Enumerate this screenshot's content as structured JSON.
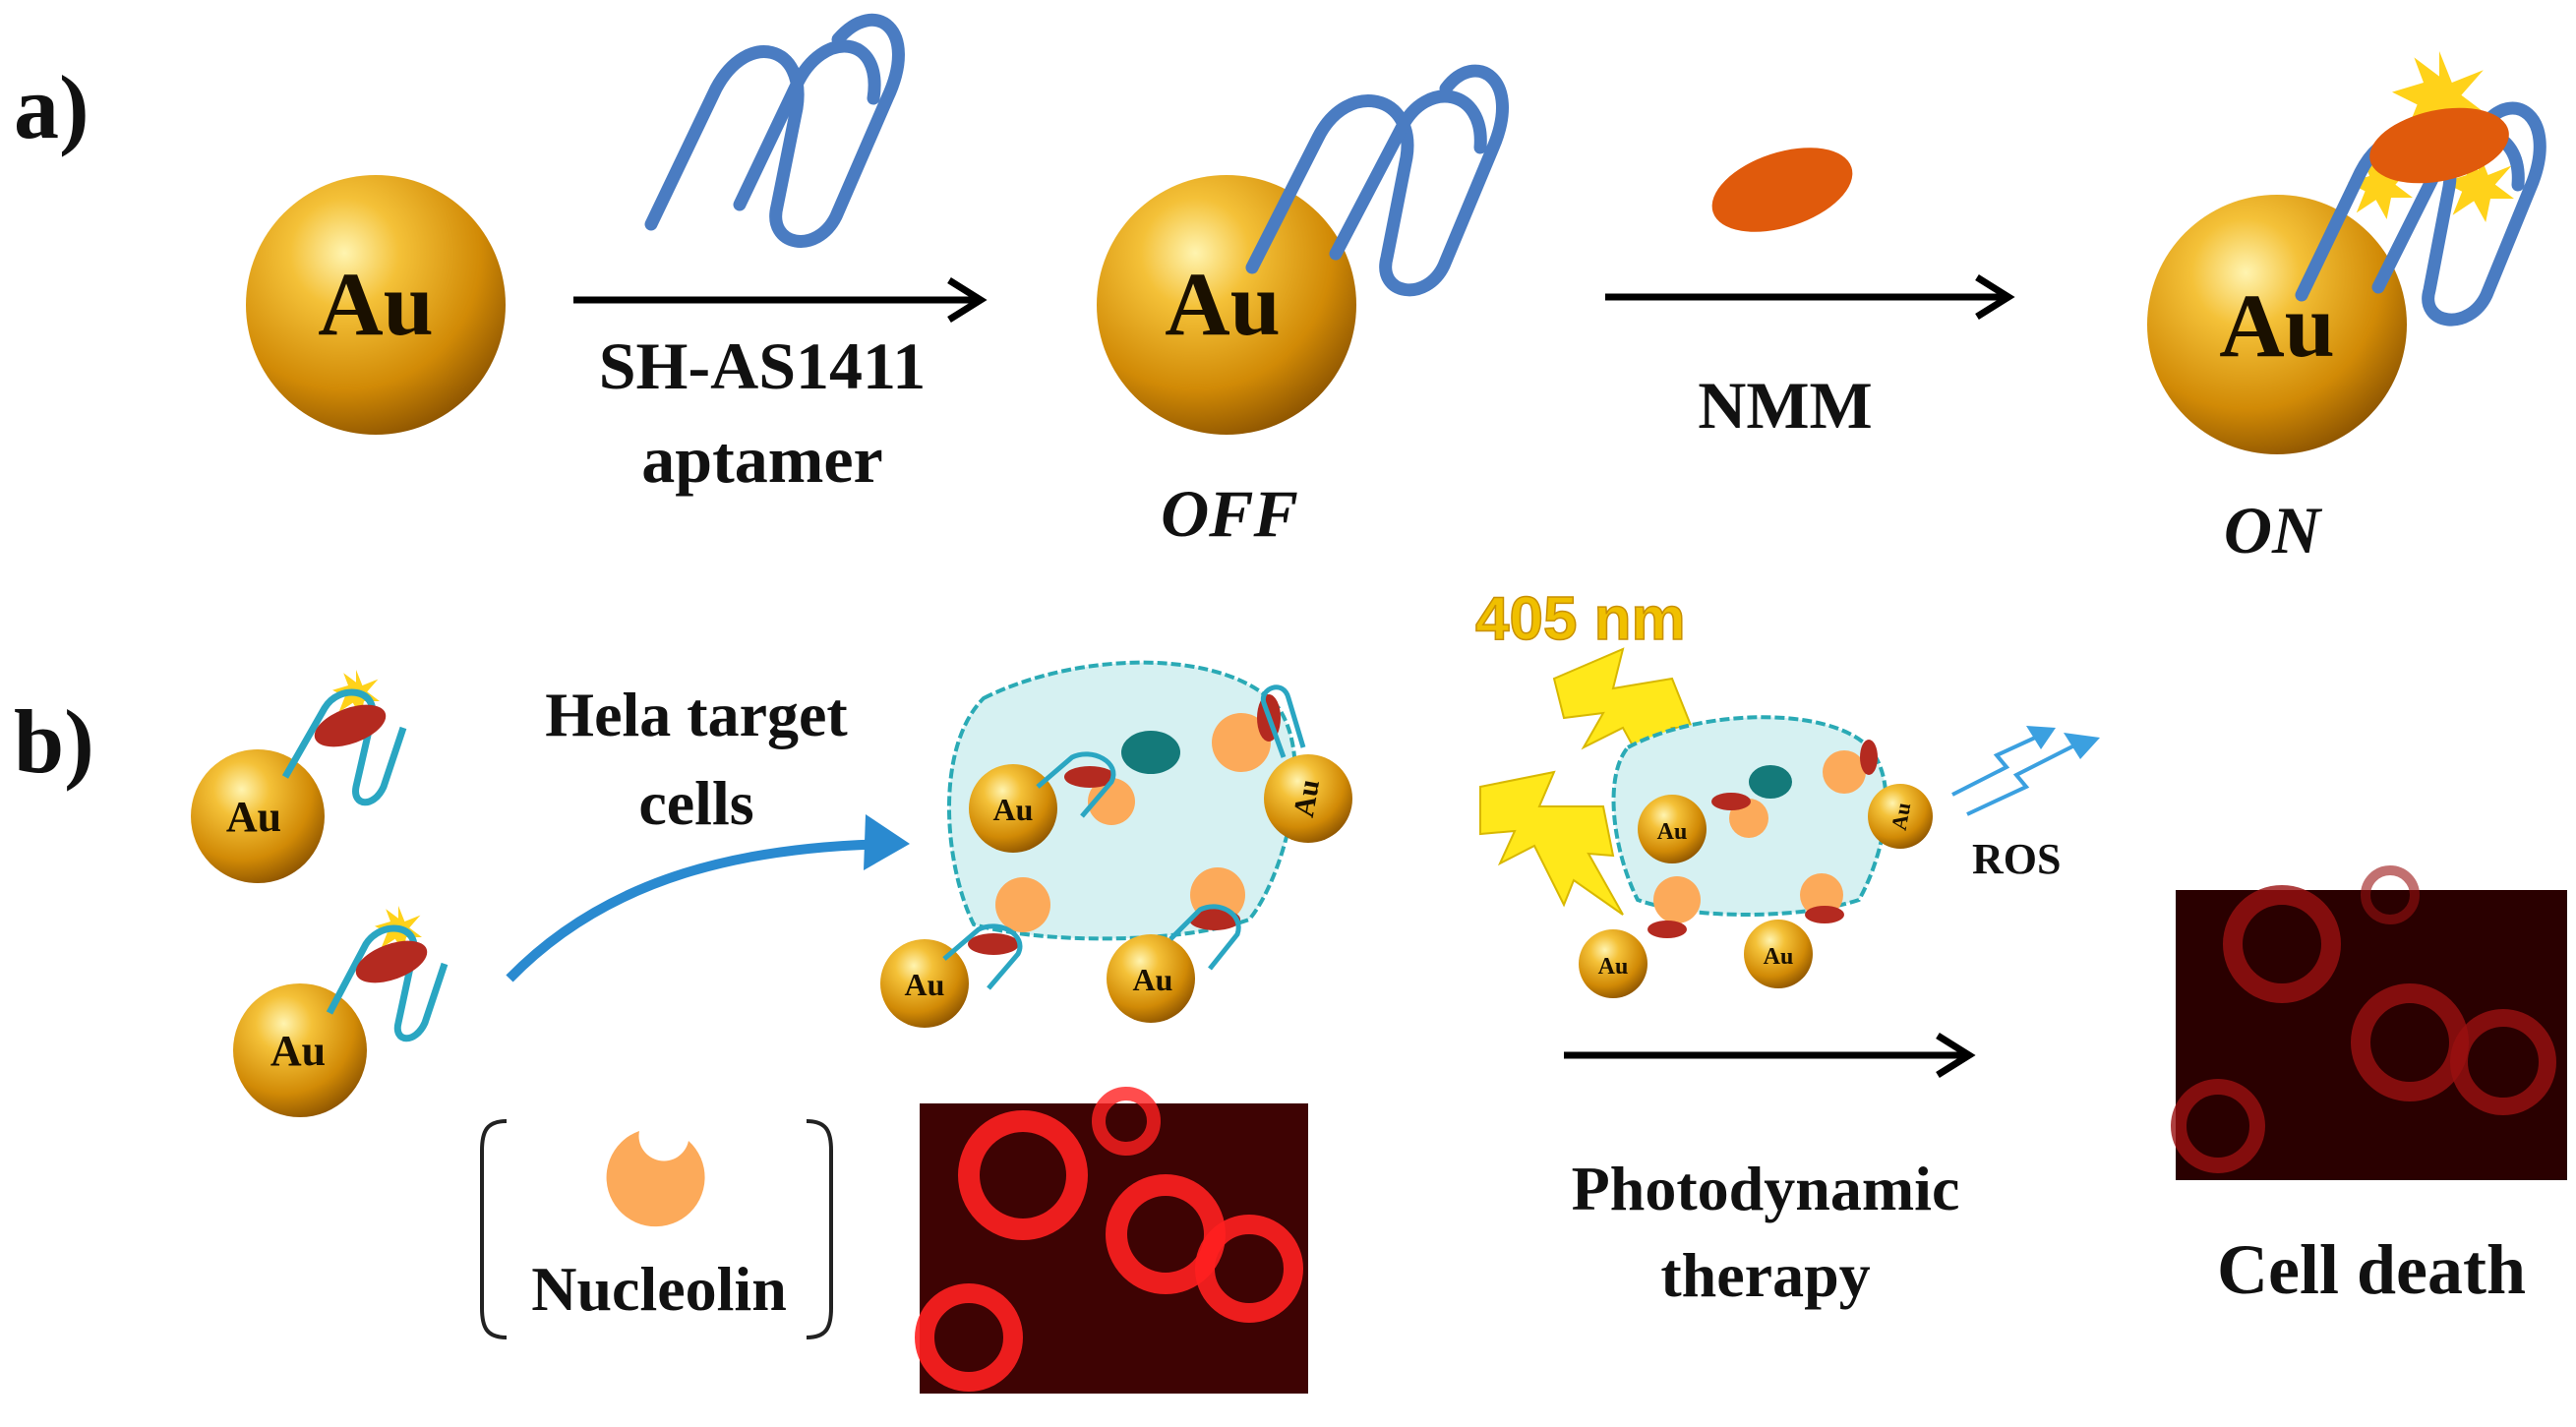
{
  "panel_a": {
    "label": "a)",
    "gold_symbol": "Au",
    "step1_line1": "SH-AS1411",
    "step1_line2": "aptamer",
    "state_off": "OFF",
    "step2": "NMM",
    "state_on": "ON"
  },
  "panel_b": {
    "label": "b)",
    "target_line1": "Hela target",
    "target_line2": "cells",
    "light": "405 nm",
    "ros": "ROS",
    "pdt_line1": "Photodynamic",
    "pdt_line2": "therapy",
    "nucleolin": "Nucleolin",
    "cell_death": "Cell death"
  },
  "colors": {
    "gold": "#d99a0c",
    "aptamer": "#4a7cc2",
    "nmm": "#e05a0c",
    "nmm_bound": "#b42a20",
    "cell_fill": "#d6f1f2",
    "cell_outline": "#2aaab5",
    "nucleolin": "#fcaa5a",
    "nucleus": "#147a7a",
    "lightning": "#ffe81a",
    "ros_arrow": "#3ba0e0",
    "fluor_bright": "#ff2020",
    "fluor_dim": "#9a1010"
  },
  "icons": [
    "gold-nanoparticle-icon",
    "aptamer-icon",
    "nmm-molecule-icon",
    "lightning-icon",
    "nucleolin-icon",
    "hela-cell-icon"
  ]
}
